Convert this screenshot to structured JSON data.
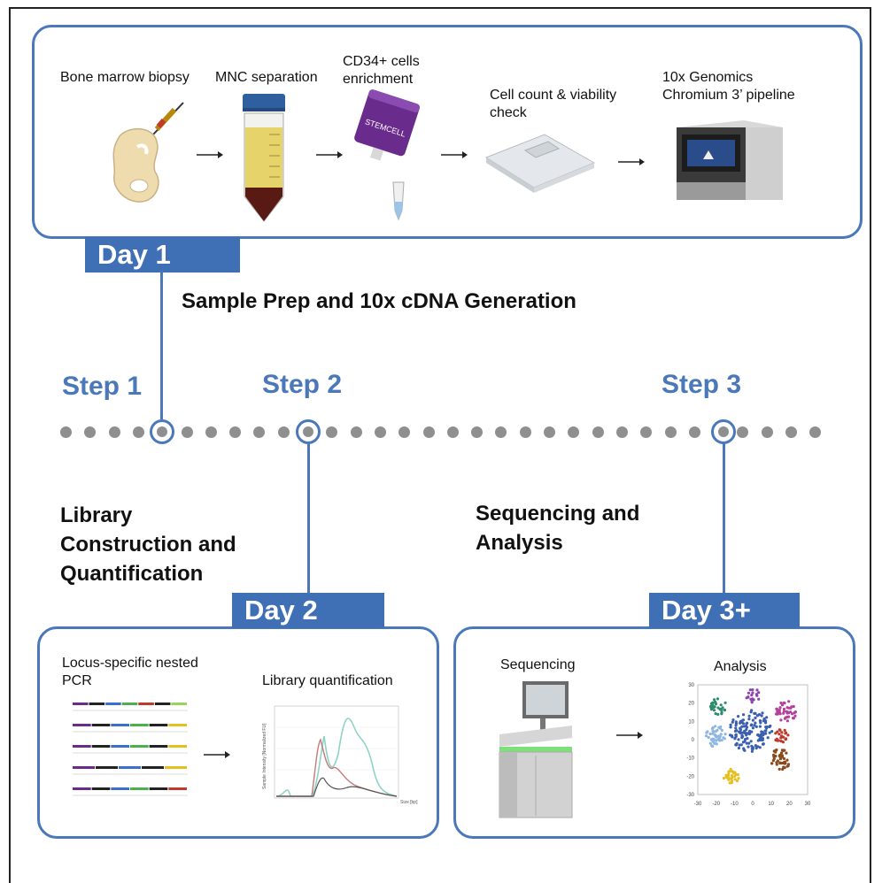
{
  "day1": {
    "tab": "Day 1",
    "steps": [
      "Bone marrow biopsy",
      "MNC separation",
      "CD34+ cells\nenrichment",
      "Cell count & viability\ncheck",
      "10x Genomics\nChromium 3’ pipeline"
    ],
    "summary": "Sample Prep and 10x cDNA Generation"
  },
  "timeline": {
    "step1": "Step 1",
    "step2": "Step 2",
    "step3": "Step 3"
  },
  "step2_title": "Library\nConstruction and\nQuantification",
  "step3_title": "Sequencing and\nAnalysis",
  "day2": {
    "tab": "Day 2",
    "left_label": "Locus-specific nested\nPCR",
    "right_label": "Library quantification",
    "plot_ylabel": "Sample Intensity [Normalized FU]",
    "plot_xlabel": "Size\n[bp]"
  },
  "day3": {
    "tab": "Day 3+",
    "left_label": "Sequencing",
    "right_label": "Analysis",
    "tsne_xticks": [
      "-30",
      "-20",
      "-10",
      "0",
      "10",
      "20",
      "30"
    ],
    "tsne_yticks": [
      "30",
      "20",
      "10",
      "0",
      "-10",
      "-20",
      "-30"
    ]
  },
  "colors": {
    "accent": "#4a78b8",
    "tab": "#3f6fb4",
    "dot": "#8f8f8f",
    "stemcell_purple": "#6a2c8c",
    "tube_yellow": "#e6d36a",
    "tube_red": "#5a1a14"
  },
  "icons": [
    "pelvis-syringe-icon",
    "centrifuge-tube-icon",
    "cell-separation-column-icon",
    "hemocytometer-slide-icon",
    "chromium-controller-icon",
    "pcr-amplicon-map-icon",
    "bioanalyzer-trace-icon",
    "sequencer-icon",
    "tsne-cluster-plot-icon"
  ]
}
